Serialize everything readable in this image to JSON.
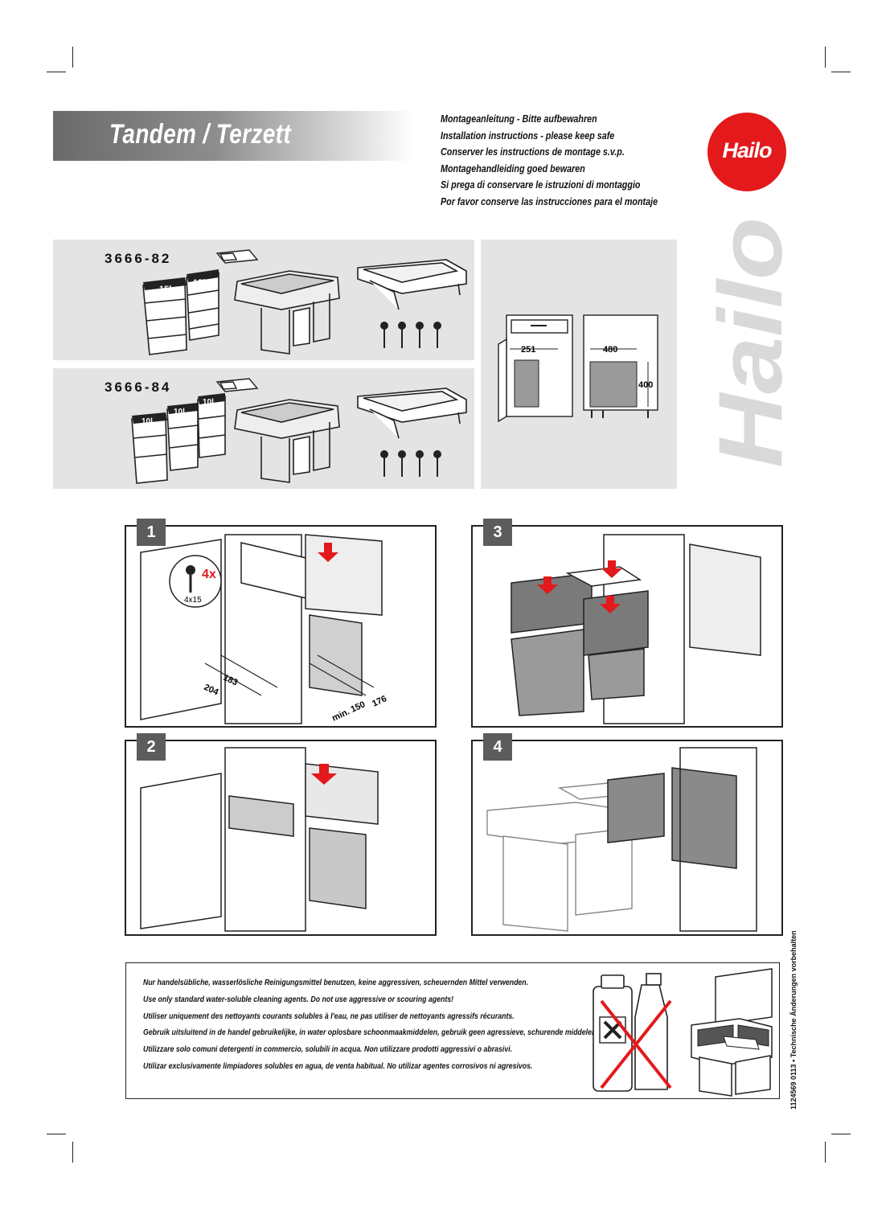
{
  "header": {
    "title": "Tandem / Terzett",
    "brand": "Hailo",
    "instructions": [
      "Montageanleitung - Bitte aufbewahren",
      "Installation instructions - please keep safe",
      "Conserver les instructions de montage s.v.p.",
      "Montagehandleiding goed bewaren",
      "Si prega di conservare le istruzioni di montaggio",
      "Por favor conserve las instrucciones para el montaje"
    ]
  },
  "products": [
    {
      "code": "3666-82",
      "bins": [
        "15l",
        "15l"
      ]
    },
    {
      "code": "3666-84",
      "bins": [
        "10l",
        "10l",
        "10l"
      ]
    }
  ],
  "dimensions": {
    "width_front": "251",
    "depth": "480",
    "height": "400"
  },
  "steps": [
    {
      "number": "1",
      "screw_count": "4x",
      "screw_size": "4x15",
      "measures": [
        "204",
        "183",
        "176",
        "min. 150"
      ]
    },
    {
      "number": "2"
    },
    {
      "number": "3"
    },
    {
      "number": "4"
    }
  ],
  "cleaning": [
    "Nur handelsübliche, wasserlösliche Reinigungsmittel benutzen, keine aggressiven, scheuernden Mittel verwenden.",
    "Use only standard water-soluble cleaning agents. Do not use aggressive or scouring agents!",
    "Utiliser uniquement des nettoyants courants solubles à l'eau, ne pas utiliser de nettoyants agressifs récurants.",
    "Gebruik uitsluitend in de handel gebruikelijke, in water oplosbare schoonmaakmiddelen, gebruik geen agressieve, schurende middelen.",
    "Utilizzare solo comuni detergenti in commercio, solubili in acqua. Non utilizzare prodotti aggressivi o abrasivi.",
    "Utilizar exclusivamente limpiadores solubles en agua, de venta habitual. No utilizar agentes corrosivos ni agresivos."
  ],
  "footnote": "1124569 0113 • Technische Änderungen vorbehalten",
  "colors": {
    "brand_red": "#e3191c",
    "panel_gray": "#e4e4e4",
    "arrow_red": "#e3191c"
  }
}
